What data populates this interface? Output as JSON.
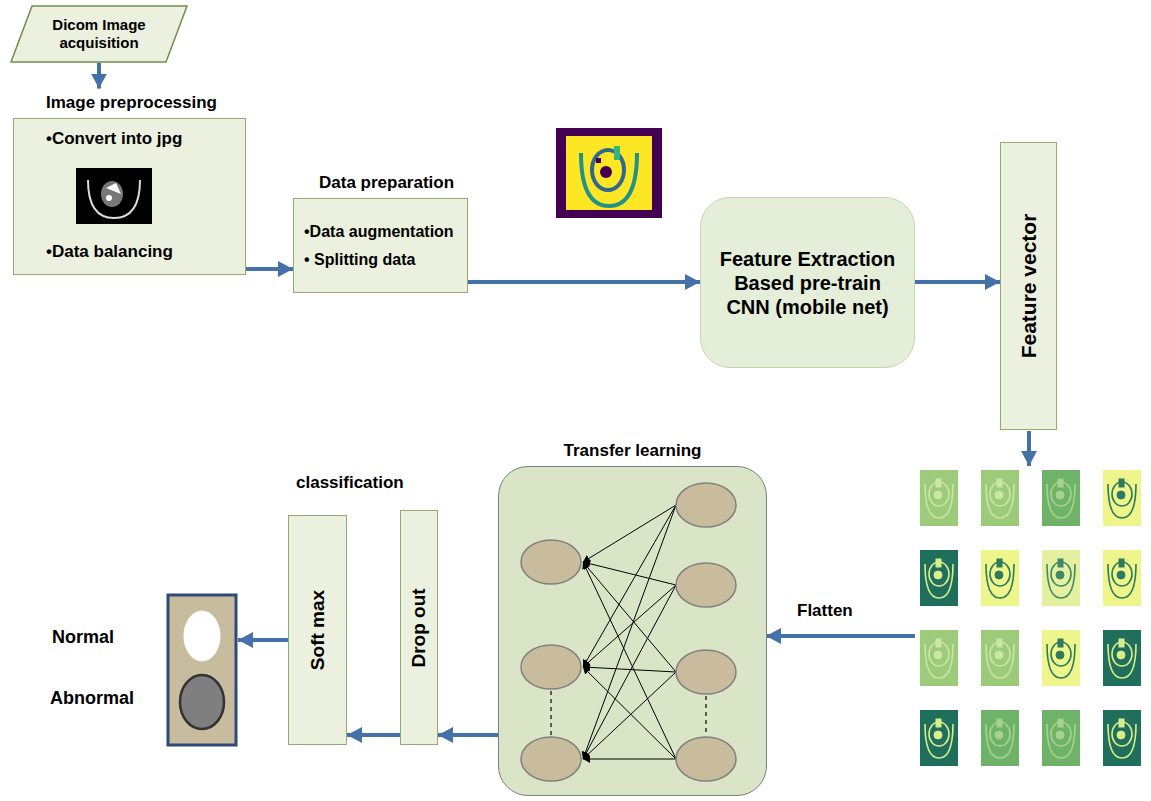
{
  "diagram": {
    "nodes": [
      {
        "text": [
          "Dicom Image acquisition"
        ]
      },
      {
        "text": [
          "Image preprocessing",
          "•Convert into jpg",
          "•Data balancing"
        ]
      },
      {
        "text": [
          "Data preparation",
          "•Data augmentation",
          "• Splitting data"
        ]
      },
      {
        "text": [
          "Feature Extraction Based pre-train CNN (mobile net)"
        ]
      },
      {
        "text": [
          "Feature vector"
        ]
      },
      {
        "text": [
          "Transfer learning"
        ]
      },
      {
        "text": [
          "Drop out"
        ]
      },
      {
        "text": [
          "Soft max"
        ]
      }
    ],
    "edges": [
      {
        "from": 0,
        "to": 1,
        "arrow": "to"
      },
      {
        "from": 1,
        "to": 2,
        "arrow": "to"
      },
      {
        "from": 2,
        "to": 3,
        "arrow": "to"
      },
      {
        "from": 3,
        "to": 4,
        "arrow": "to"
      },
      {
        "from": 5,
        "to": 6,
        "arrow": "to"
      },
      {
        "from": 6,
        "to": 7,
        "arrow": "to"
      }
    ],
    "labels": [
      "Flatten",
      "classification",
      "Normal",
      "Abnormal"
    ]
  }
}
